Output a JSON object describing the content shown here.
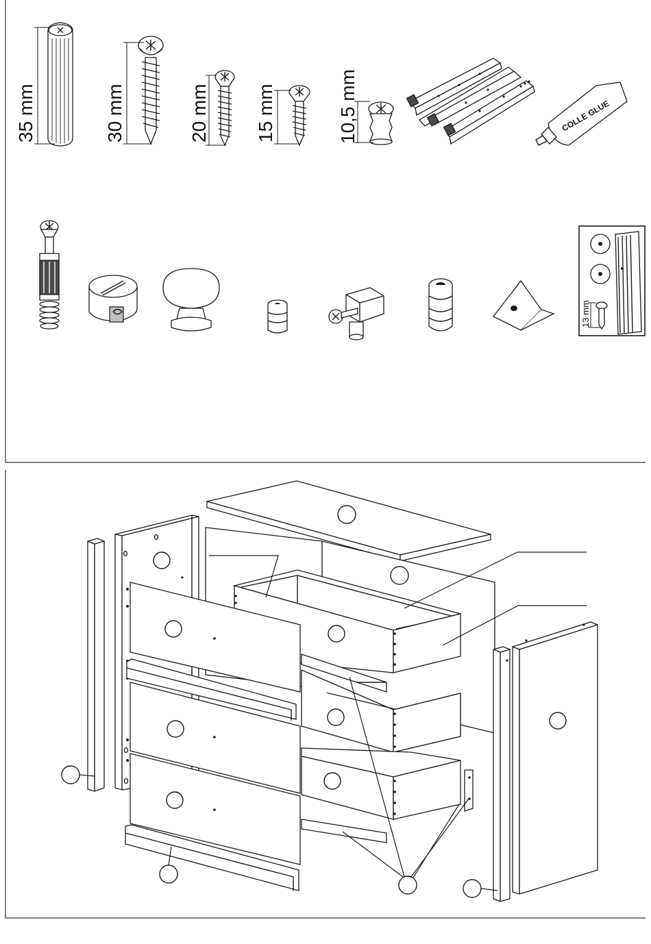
{
  "hardware": {
    "dowel_35": {
      "label": "35 mm",
      "icon": "wooden-dowel-icon"
    },
    "screw_30": {
      "label": "30 mm",
      "icon": "pan-head-screw-icon"
    },
    "screw_20": {
      "label": "20 mm",
      "icon": "countersunk-screw-icon"
    },
    "screw_15": {
      "label": "15 mm",
      "icon": "countersunk-screw-icon"
    },
    "insert_105": {
      "label": "10,5 mm",
      "icon": "threaded-insert-icon"
    },
    "slides": {
      "icon": "drawer-slide-rails-icon"
    },
    "glue": {
      "label": "COLLE GLUE",
      "icon": "glue-tube-icon"
    },
    "cam_bolt": {
      "icon": "cam-bolt-icon"
    },
    "cam_lock": {
      "icon": "cam-lock-icon"
    },
    "knob": {
      "icon": "knob-icon"
    },
    "small_dowel": {
      "icon": "plastic-dowel-icon"
    },
    "connector": {
      "icon": "connector-screw-icon"
    },
    "barrel_nut": {
      "icon": "barrel-nut-icon"
    },
    "corner_block": {
      "icon": "corner-bracket-icon"
    },
    "felt_pads": {
      "label": "13 mm",
      "icon": "felt-pads-icon"
    }
  },
  "colors": {
    "ink": "#1a1a1a",
    "frame": "#808080",
    "paper": "#ffffff"
  }
}
